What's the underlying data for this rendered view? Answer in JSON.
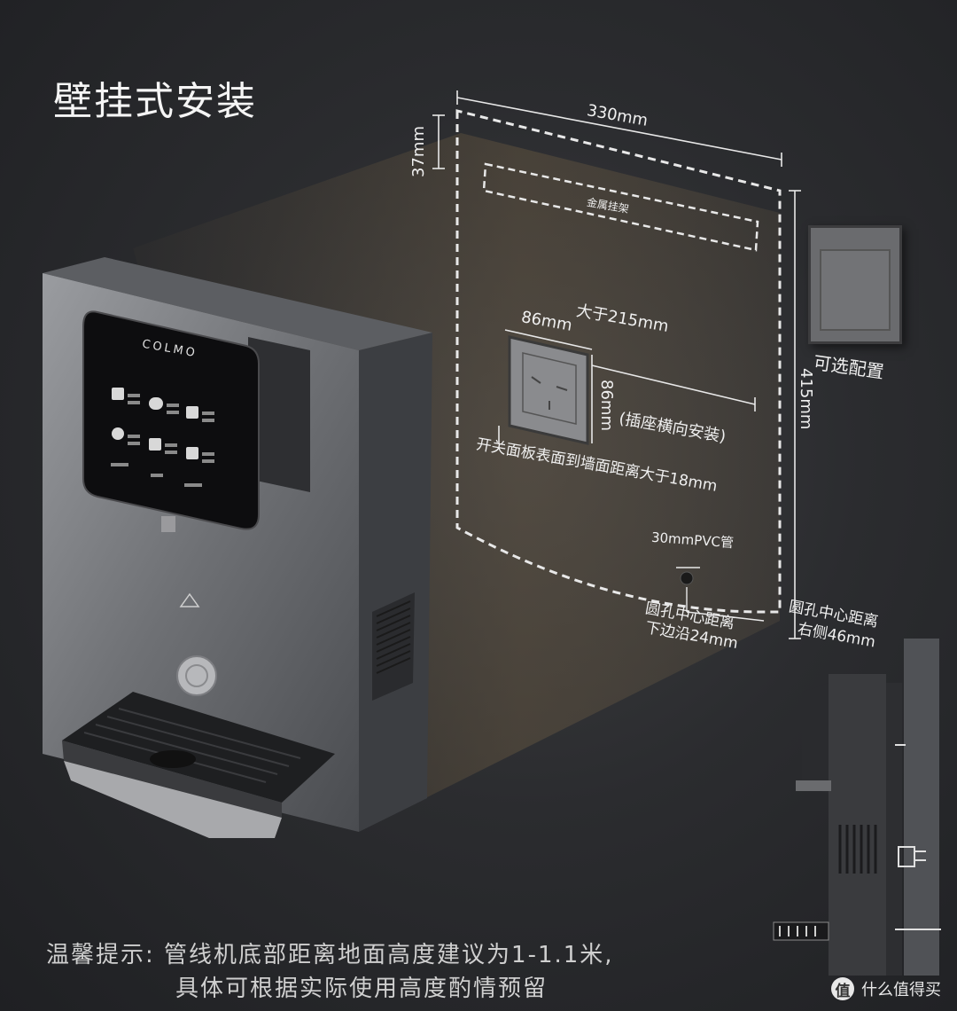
{
  "title": "壁挂式安装",
  "dimensions": {
    "width": "330mm",
    "height": "415mm",
    "top_gap": "37mm",
    "socket_w": "86mm",
    "socket_h": "86mm",
    "socket_span": "大于215mm"
  },
  "labels": {
    "bracket": "金属挂架",
    "switch_optional": "可选配置",
    "socket_orientation": "(插座横向安装)",
    "panel_distance": "开关面板表面到墙面距离大于18mm",
    "pvc": "30mmPVC管",
    "hole_bottom_1": "圆孔中心距离",
    "hole_bottom_2": "下边沿24mm",
    "hole_right_1": "圆孔中心距离",
    "hole_right_2": "右侧46mm"
  },
  "device": {
    "brand": "COLMO"
  },
  "tip": {
    "line1": "温馨提示: 管线机底部距离地面高度建议为1-1.1米,",
    "line2": "具体可根据实际使用高度酌情预留"
  },
  "watermark": {
    "badge": "值",
    "text": "什么值得买"
  }
}
